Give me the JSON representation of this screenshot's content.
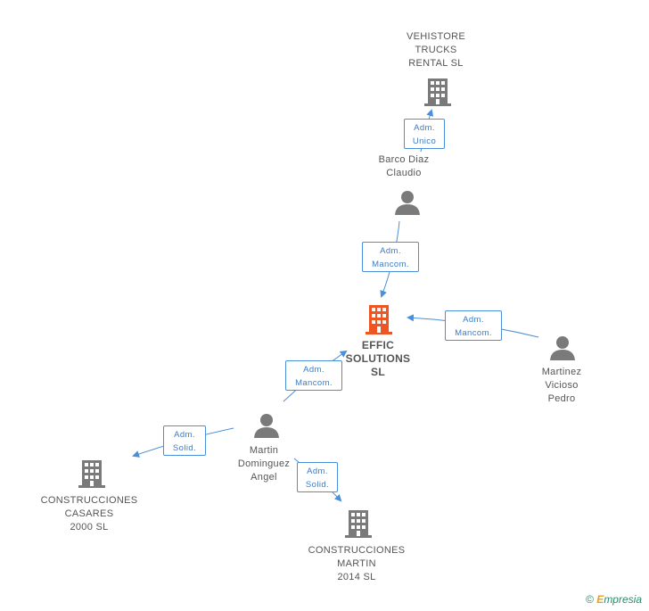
{
  "colors": {
    "accent": "#ee5522",
    "node": "#7a7a7a",
    "edge": "#4a8fd9",
    "edge_text": "#3a7cc7"
  },
  "nodes": {
    "center": {
      "label": "EFFIC\nSOLUTIONS\nSL",
      "icon": "building-icon"
    },
    "vehistore": {
      "label": "VEHISTORE\nTRUCKS\nRENTAL  SL",
      "icon": "building-icon"
    },
    "barco": {
      "label": "Barco Diaz\nClaudio",
      "icon": "person-icon"
    },
    "martinez": {
      "label": "Martinez\nVicioso\nPedro",
      "icon": "person-icon"
    },
    "martin": {
      "label": "Martin\nDominguez\nAngel",
      "icon": "person-icon"
    },
    "casares": {
      "label": "CONSTRUCCIONES\nCASARES\n2000 SL",
      "icon": "building-icon"
    },
    "cmartin": {
      "label": "CONSTRUCCIONES\nMARTIN\n2014  SL",
      "icon": "building-icon"
    }
  },
  "edges": {
    "barco_vehistore": "Adm.\nUnico",
    "barco_center": "Adm.\nMancom.",
    "martinez_center": "Adm.\nMancom.",
    "martin_center": "Adm.\nMancom.",
    "martin_casares": "Adm.\nSolid.",
    "martin_cmartin": "Adm.\nSolid."
  },
  "footer": {
    "copyright": "©",
    "brand_initial": "E",
    "brand_rest": "mpresia"
  }
}
